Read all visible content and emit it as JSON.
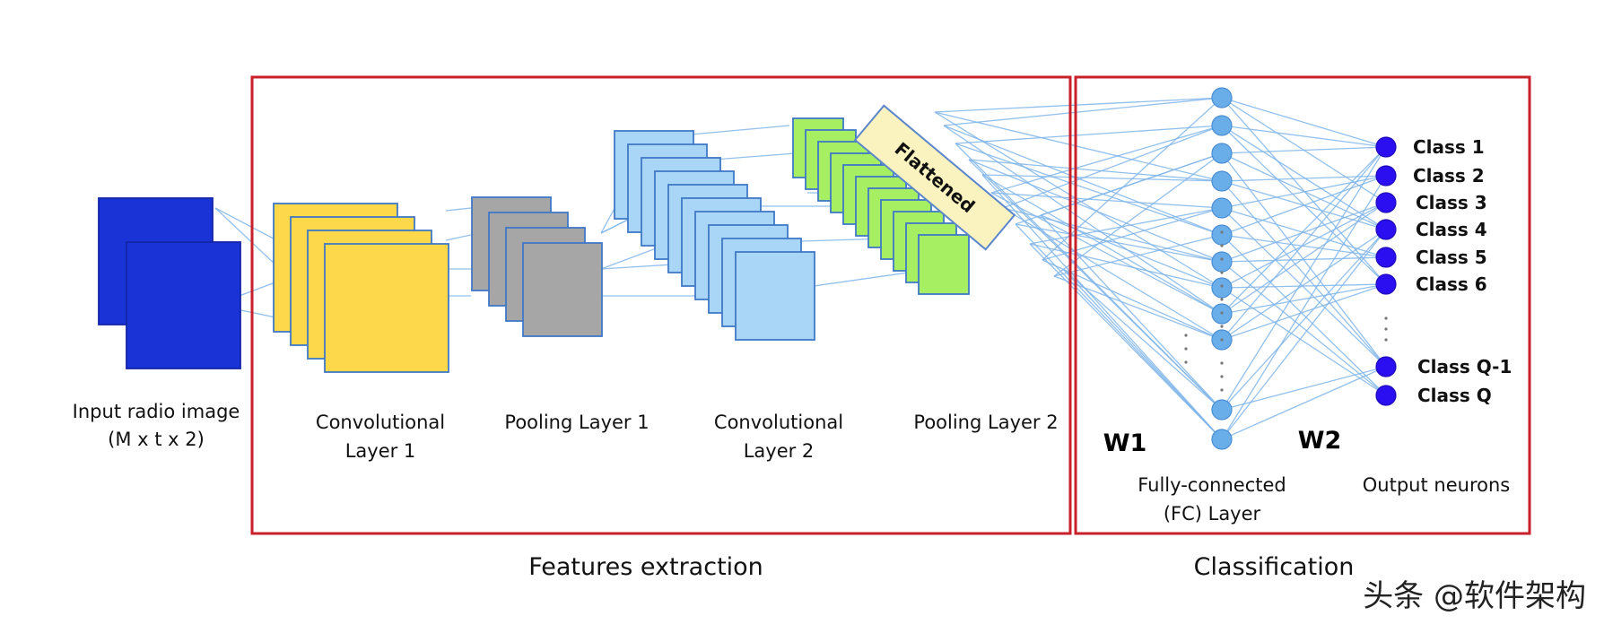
{
  "labels": {
    "input_line1": "Input radio image",
    "input_line2": "(M x t x 2)",
    "conv1_line1": "Convolutional",
    "conv1_line2": "Layer 1",
    "pool1": "Pooling Layer 1",
    "conv2_line1": "Convolutional",
    "conv2_line2": "Layer 2",
    "pool2": "Pooling Layer 2",
    "flattened": "Flattened",
    "w1": "W1",
    "w2": "W2",
    "fc_line1": "Fully-connected",
    "fc_line2": "(FC) Layer",
    "output": "Output neurons",
    "features": "Features extraction",
    "classification": "Classification",
    "watermark": "头条 @软件架构"
  },
  "classes": [
    "Class 1",
    "Class 2",
    "Class 3",
    "Class 4",
    "Class 5",
    "Class 6",
    "Class Q-1",
    "Class Q"
  ],
  "colors": {
    "frame": "#c8202a",
    "input": "#1a33d6",
    "conv1": "#fdd84a",
    "pool1": "#a6a6a6",
    "conv2": "#a9d6f7",
    "pool2": "#a6ef63",
    "flattened": "#fbf3bf",
    "connection": "#7fb5ea",
    "fc_node": "#6aaee9",
    "output_node": "#2b0ff0"
  }
}
